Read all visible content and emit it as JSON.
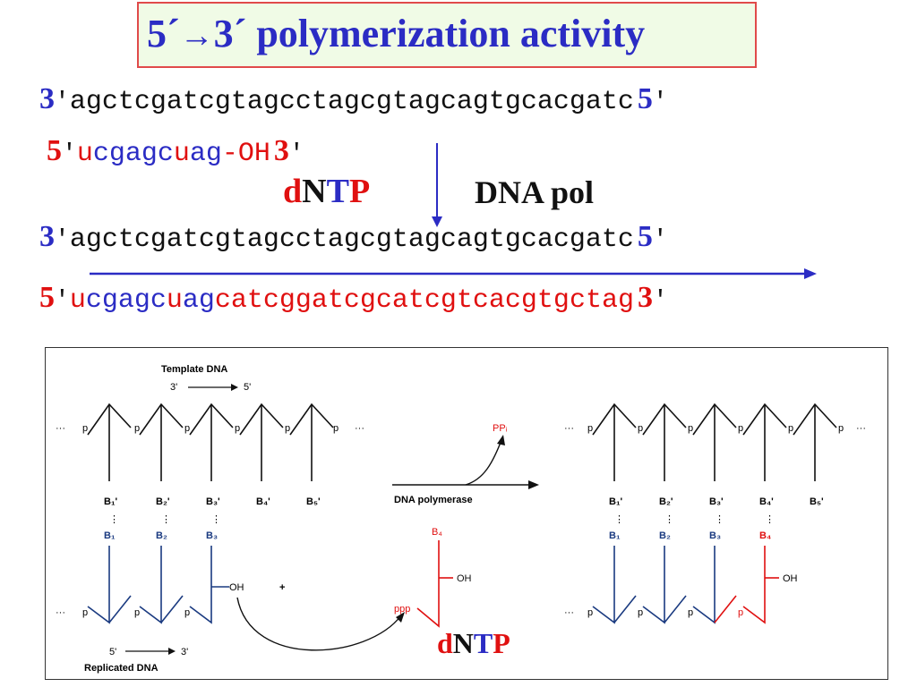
{
  "title": {
    "prefix": "5´",
    "arrow": "→",
    "middle": "3´",
    "rest": "polymerization activity"
  },
  "strands": {
    "template1": {
      "left_num": "3",
      "left_prime": "'",
      "sequence": "agctcgatcgtagcctagcgtagcagtgcacgatc",
      "right_num": "5",
      "right_prime": "'"
    },
    "primer": {
      "left_num": "5",
      "left_prime": "'",
      "seg1": "u",
      "seg2": "cgagc",
      "seg3": "u",
      "seg4": "ag",
      "oh": "-OH",
      "right_num": "3",
      "right_prime": "'"
    },
    "template2": {
      "left_num": "3",
      "left_prime": "'",
      "sequence": "agctcgatcgtagcctagcgtagcagtgcacgatc",
      "right_num": "5",
      "right_prime": "'"
    },
    "product": {
      "left_num": "5",
      "left_prime": "'",
      "seg1": "u",
      "seg2": "cgagc",
      "seg3": "u",
      "seg4": "ag",
      "extension": "catcggatcgcatcgtcacgtgctag",
      "right_num": "3",
      "right_prime": "'"
    }
  },
  "labels": {
    "dntp_d": "d",
    "dntp_n": "N",
    "dntp_t": "T",
    "dntp_p": "P",
    "dna_pol": "DNA pol"
  },
  "diagram": {
    "template_dna": "Template DNA",
    "template_dir_start": "3'",
    "template_dir_end": "5'",
    "replicated_dna": "Replicated DNA",
    "replicated_dir_start": "5'",
    "replicated_dir_end": "3'",
    "dna_polymerase": "DNA polymerase",
    "ppi": "PPᵢ",
    "ppp": "ppp",
    "oh": "OH",
    "oh_left": "OH",
    "plus": "+",
    "ellipsis": "···",
    "p": "p",
    "b4": "B₄",
    "bases_top": [
      "B₁'",
      "B₂'",
      "B₃'",
      "B₄'",
      "B₅'"
    ],
    "bases_bottom": [
      "B₁",
      "B₂",
      "B₃"
    ],
    "bases_bottom_right": [
      "B₁",
      "B₂",
      "B₃",
      "B₄"
    ],
    "dntp_d": "d",
    "dntp_n": "N",
    "dntp_t": "T",
    "dntp_p": "P"
  },
  "colors": {
    "title_blue": "#2b2cc4",
    "red": "#e01010",
    "title_bg": "#f0fbe6",
    "title_border": "#e04a4a"
  }
}
